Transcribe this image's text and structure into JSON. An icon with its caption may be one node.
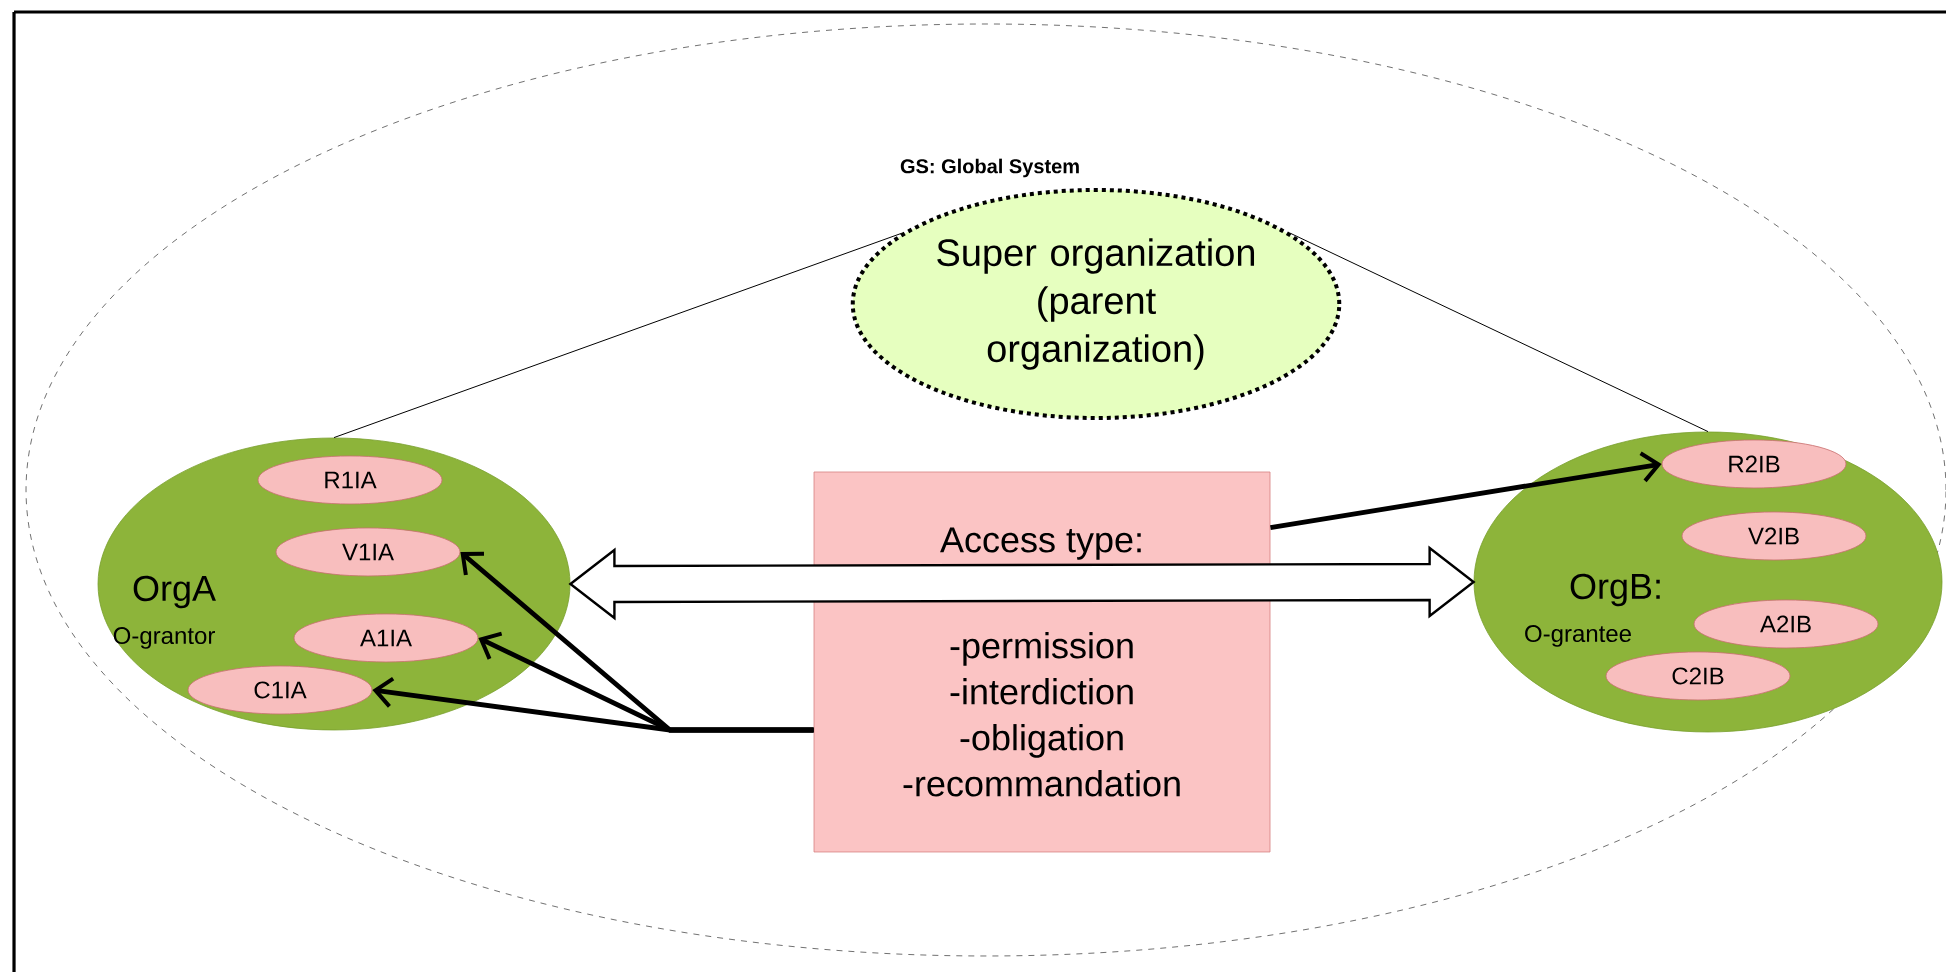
{
  "diagram": {
    "nodes": [
      {
        "text": [
          "GS: Global System"
        ]
      },
      {
        "text": [
          "Super organization (parent organization)"
        ],
        "in": 0
      },
      {
        "text": [
          "OrgA",
          "O-grantor"
        ],
        "in": 0
      },
      {
        "text": [
          "R1IA"
        ],
        "in": 2
      },
      {
        "text": [
          "V1IA"
        ],
        "in": 2
      },
      {
        "text": [
          "A1IA"
        ],
        "in": 2
      },
      {
        "text": [
          "C1IA"
        ],
        "in": 2
      },
      {
        "text": [
          "Access type:",
          "-permission",
          "-interdiction",
          "-obligation",
          "-recommandation"
        ],
        "in": 0
      },
      {
        "text": [
          "OrgB:",
          "O-grantee"
        ],
        "in": 0
      },
      {
        "text": [
          "R2IB"
        ],
        "in": 8
      },
      {
        "text": [
          "V2IB"
        ],
        "in": 8
      },
      {
        "text": [
          "A2IB"
        ],
        "in": 8
      },
      {
        "text": [
          "C2IB"
        ],
        "in": 8
      }
    ],
    "edges": [
      {
        "from": 1,
        "to": 2,
        "arrow": "none"
      },
      {
        "from": 1,
        "to": 8,
        "arrow": "none"
      },
      {
        "from": 2,
        "to": 8,
        "arrow": "both"
      },
      {
        "from": 7,
        "to": 9,
        "arrow": "to"
      },
      {
        "from": 7,
        "to": 4,
        "arrow": "to"
      },
      {
        "from": 7,
        "to": 5,
        "arrow": "to"
      },
      {
        "from": 7,
        "to": 6,
        "arrow": "to"
      }
    ]
  }
}
